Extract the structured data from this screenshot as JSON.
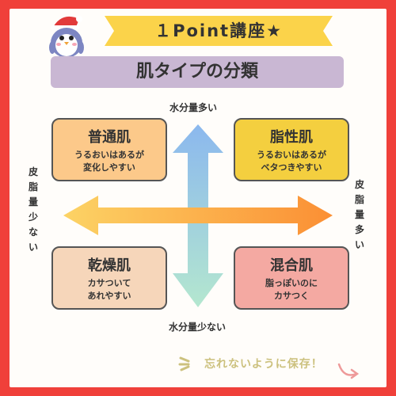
{
  "header": {
    "title": "１Point講座★"
  },
  "subtitle": "肌タイプの分類",
  "axes": {
    "top": "水分量多い",
    "bottom": "水分量少ない",
    "left": [
      "皮",
      "脂",
      "量",
      "少",
      "な",
      "い"
    ],
    "right": [
      "皮",
      "脂",
      "量",
      "多",
      "い"
    ]
  },
  "quadrants": [
    {
      "name": "普通肌",
      "lines": [
        "うるおいはあるが",
        "変化しやすい"
      ],
      "color": "#fcc98a"
    },
    {
      "name": "脂性肌",
      "lines": [
        "うるおいはあるが",
        "ベタつきやすい"
      ],
      "color": "#f4cf3f"
    },
    {
      "name": "乾燥肌",
      "lines": [
        "カサついて",
        "あれやすい"
      ],
      "color": "#f6d6ba"
    },
    {
      "name": "混合肌",
      "lines": [
        "脂っぽいのに",
        "カサつく"
      ],
      "color": "#f4a9a2"
    }
  ],
  "footer": {
    "note": "忘れないように保存！"
  },
  "colors": {
    "frame": "#f0403a",
    "title_badge": "#fbd34a",
    "subtitle_bar": "#c9b7d3",
    "arrow_horizontal": "#fbb24a",
    "arrow_vertical": "#9ec9ef"
  },
  "icons": [
    "penguin-mascot-icon"
  ]
}
